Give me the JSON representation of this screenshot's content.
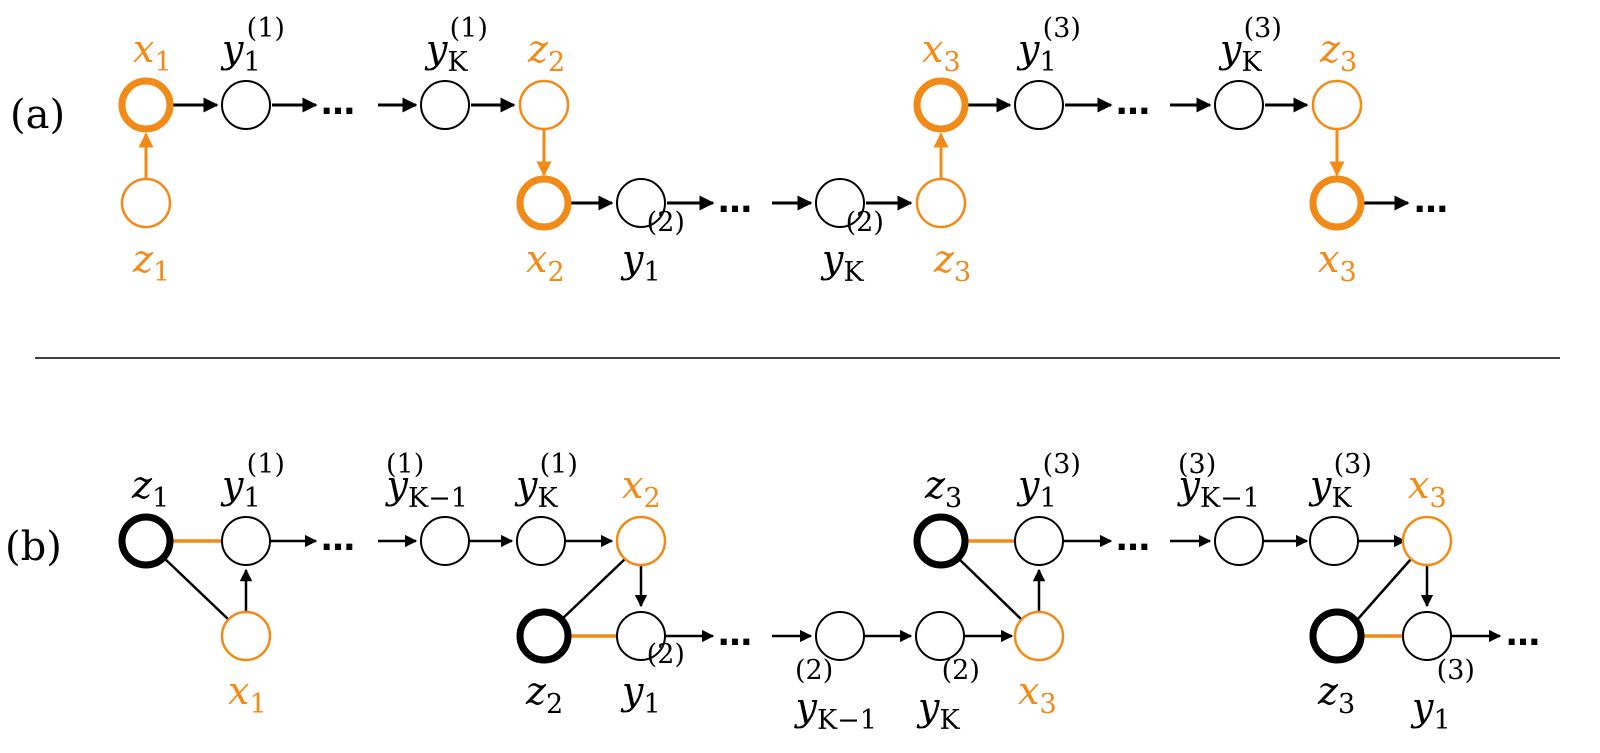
{
  "colors": {
    "accent": "#f28a17",
    "ink": "#000000"
  },
  "panels": {
    "a": "(a)",
    "b": "(b)"
  },
  "ellipsis": "…",
  "a": {
    "x1": "x",
    "x1_sub": "1",
    "z1": "z",
    "z1_sub": "1",
    "y11": "y",
    "y11_sub": "1",
    "y11_sup": "(1)",
    "yK1": "y",
    "yK1_sub": "K",
    "yK1_sup": "(1)",
    "z2": "z",
    "z2_sub": "2",
    "x2": "x",
    "x2_sub": "2",
    "y12": "y",
    "y12_sub": "1",
    "y12_sup": "(2)",
    "yK2": "y",
    "yK2_sub": "K",
    "yK2_sup": "(2)",
    "z3b": "z",
    "z3b_sub": "3",
    "x3t": "x",
    "x3t_sub": "3",
    "y13": "y",
    "y13_sub": "1",
    "y13_sup": "(3)",
    "yK3": "y",
    "yK3_sub": "K",
    "yK3_sup": "(3)",
    "z3t": "z",
    "z3t_sub": "3",
    "x3b": "x",
    "x3b_sub": "3"
  },
  "b": {
    "z1": "z",
    "z1_sub": "1",
    "y11": "y",
    "y11_sub": "1",
    "y11_sup": "(1)",
    "yKm1_1": "y",
    "yKm1_1_sub": "K−1",
    "yKm1_1_sup": "(1)",
    "yK1": "y",
    "yK1_sub": "K",
    "yK1_sup": "(1)",
    "x2": "x",
    "x2_sub": "2",
    "x1": "x",
    "x1_sub": "1",
    "z2": "z",
    "z2_sub": "2",
    "y12": "y",
    "y12_sub": "1",
    "y12_sup": "(2)",
    "yKm1_2": "y",
    "yKm1_2_sub": "K−1",
    "yKm1_2_sup": "(2)",
    "yK2": "y",
    "yK2_sub": "K",
    "yK2_sup": "(2)",
    "x3b": "x",
    "x3b_sub": "3",
    "z3t": "z",
    "z3t_sub": "3",
    "y13": "y",
    "y13_sub": "1",
    "y13_sup": "(3)",
    "yKm1_3": "y",
    "yKm1_3_sub": "K−1",
    "yKm1_3_sup": "(3)",
    "yK3": "y",
    "yK3_sub": "K",
    "yK3_sup": "(3)",
    "x3t": "x",
    "x3t_sub": "3",
    "z3b": "z",
    "z3b_sub": "3",
    "y13b": "y",
    "y13b_sub": "1",
    "y13b_sup": "(3)"
  }
}
